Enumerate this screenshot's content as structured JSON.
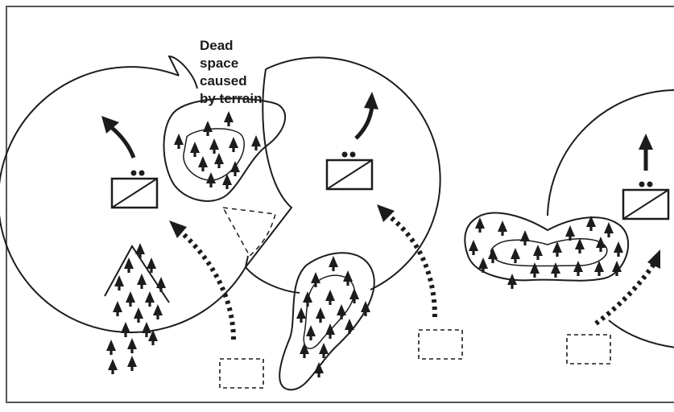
{
  "diagram": {
    "annotation": {
      "lines": [
        "Dead",
        "space",
        "caused",
        "by terrain"
      ]
    },
    "colors": {
      "ink": "#1c1c1c",
      "frame": "#555555",
      "paper": "#ffffff"
    },
    "unit_symbol": "friendly-unit-rectangle-with-diagonal",
    "tree_icon": "conifer-tree-icon",
    "arrow_solid": "movement-arrow",
    "arrow_dashed": "planned-movement-dashed-arrow",
    "start_box": "assembly-position-dashed-box"
  }
}
